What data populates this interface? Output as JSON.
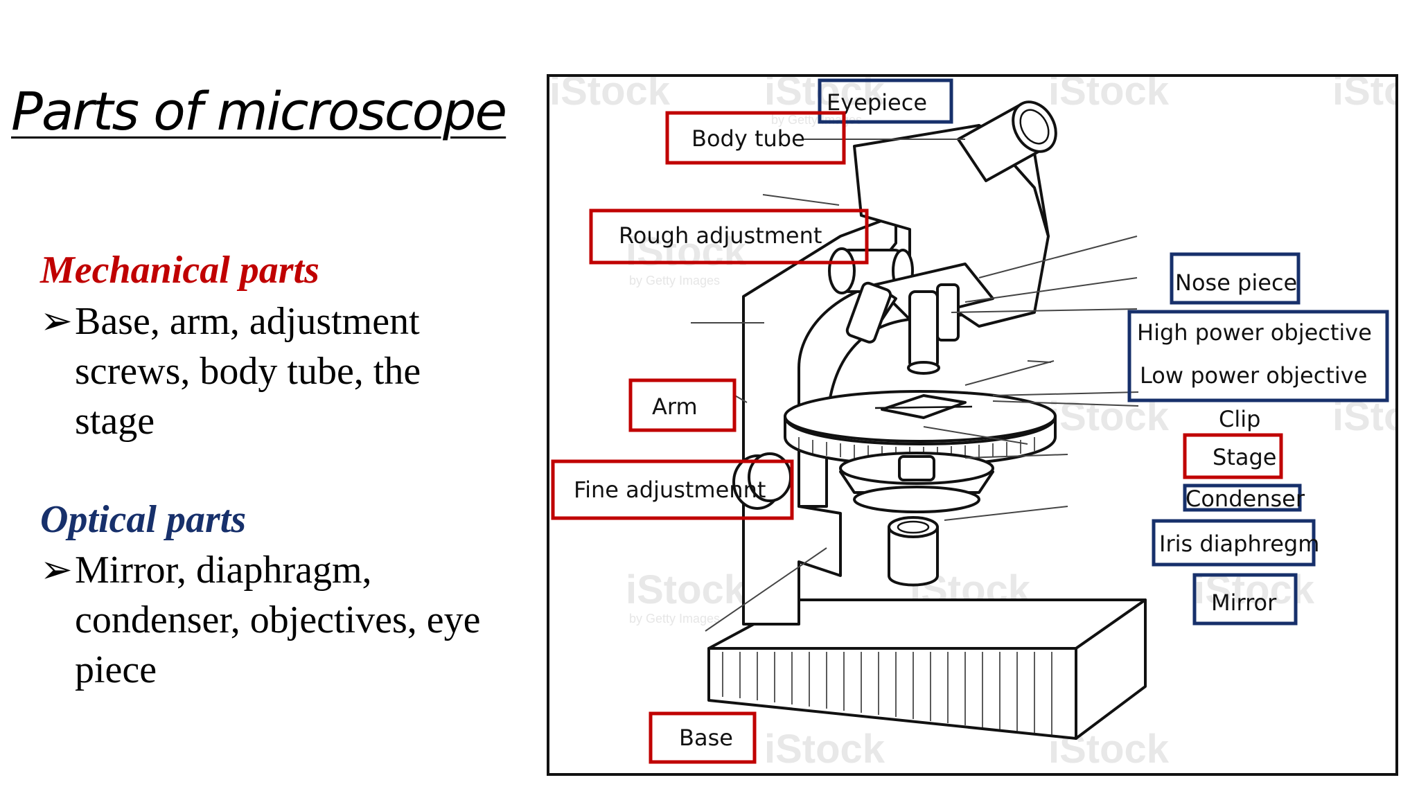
{
  "slide": {
    "title": "Parts of microscope",
    "mechanical": {
      "heading": "Mechanical parts",
      "bullet_marker": "➢",
      "text": "Base, arm, adjustment screws, body tube, the stage"
    },
    "optical": {
      "heading": "Optical parts",
      "bullet_marker": "➢",
      "text": "Mirror, diaphragm, condenser, objectives, eye piece"
    }
  },
  "diagram": {
    "watermark": {
      "brand": "iStock",
      "credit": "by Getty Images"
    },
    "labels": {
      "eyepiece": "Eyepiece",
      "body_tube": "Body tube",
      "rough_adjustment": "Rough adjustment",
      "nose_piece": "Nose piece",
      "high_power_objective": "High power objective",
      "low_power_objective": "Low power objective",
      "arm": "Arm",
      "clip": "Clip",
      "stage": "Stage",
      "fine_adjustment": "Fine adjustmennt",
      "condenser": "Condenser",
      "iris_diaphragm": "Iris diaphregm",
      "mirror": "Mirror",
      "base": "Base"
    },
    "colors": {
      "mechanical_box": "#c00000",
      "optical_box": "#17306b"
    }
  }
}
